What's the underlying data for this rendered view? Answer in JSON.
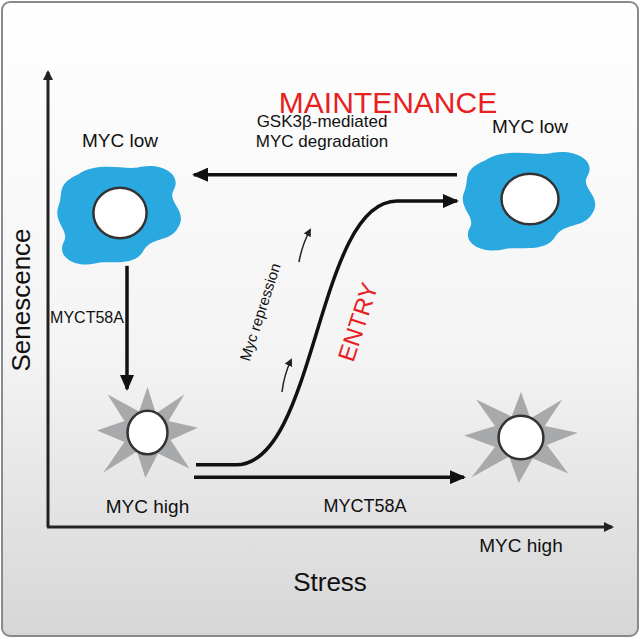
{
  "diagram": {
    "nodes": [
      {
        "text": [
          "MYC low"
        ]
      },
      {
        "text": [
          "MYC low"
        ]
      },
      {
        "text": [
          "MYC high"
        ]
      },
      {
        "text": [
          "MYC high"
        ]
      }
    ],
    "edges": [
      {
        "from": 1,
        "to": 0,
        "label": "GSK3β-mediated MYC degradation",
        "arrow": "to"
      },
      {
        "from": 0,
        "to": 2,
        "label": "MYCT58A",
        "arrow": "to"
      },
      {
        "from": 2,
        "to": 1,
        "label": "ENTRY",
        "arrow": "to"
      },
      {
        "from": 2,
        "to": 3,
        "label": "MYCT58A",
        "arrow": "to"
      }
    ],
    "labels": [
      "MAINTENANCE",
      "Myc repression",
      "Senescence",
      "Stress"
    ]
  }
}
